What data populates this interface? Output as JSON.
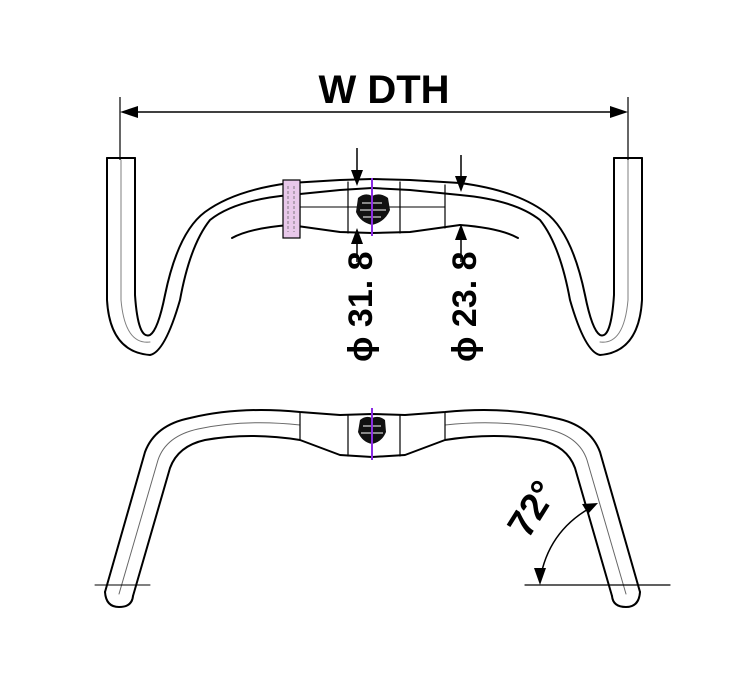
{
  "diagram": {
    "title": "Handlebar technical drawing",
    "width_label": "W DTH",
    "clamp_diameter_label": "ϕ 31. 8",
    "bar_diameter_label": "ϕ 23. 8",
    "flare_angle_label": "72°",
    "views": [
      "top-view",
      "front-view"
    ]
  },
  "colors": {
    "line": "#000000",
    "center_mark": "#8a2be2",
    "band_fill": "#e8c8ea",
    "background": "#ffffff"
  }
}
